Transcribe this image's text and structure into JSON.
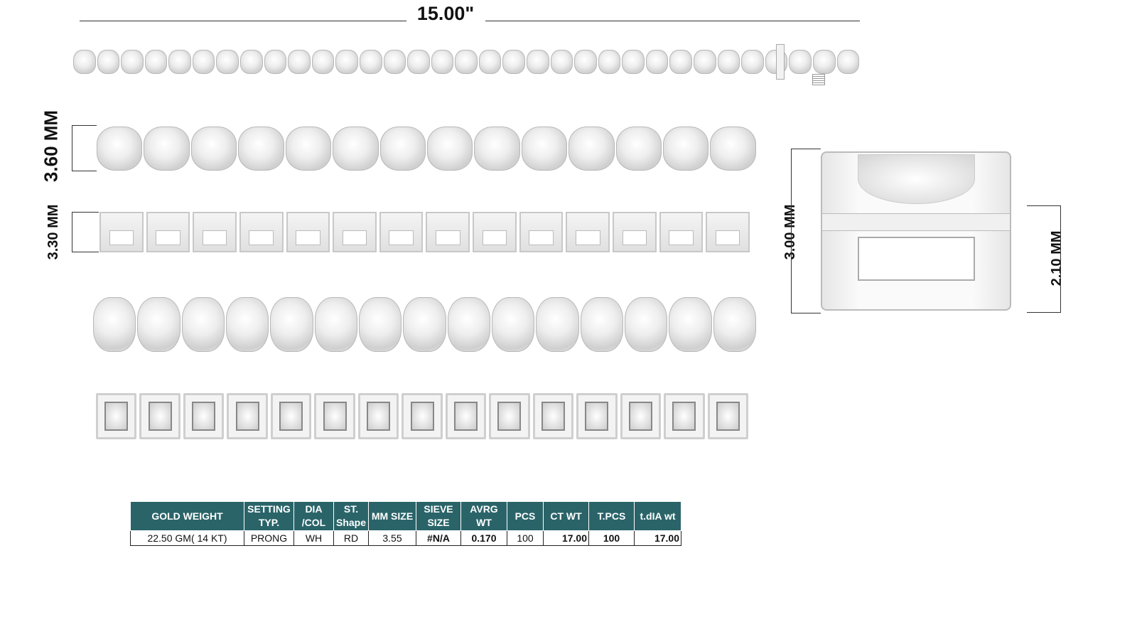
{
  "length_label": "15.00\"",
  "dims": {
    "width_top": "3.60 MM",
    "height_side": "3.30 MM",
    "detail_height": "3.00 MM",
    "detail_inner": "2.10 MM"
  },
  "rows": {
    "top_count": 33,
    "front_count": 14,
    "side_count": 14,
    "angle_count": 15,
    "bottom_count": 15
  },
  "table": {
    "headers": [
      "GOLD WEIGHT",
      "SETTING TYP.",
      "DIA /COL",
      "ST. Shape",
      "MM SIZE",
      "SIEVE SIZE",
      "AVRG WT",
      "PCS",
      "CT WT",
      "T.PCS",
      "t.dIA wt"
    ],
    "row": [
      "22.50 GM( 14 KT)",
      "PRONG",
      "WH",
      "RD",
      "3.55",
      "#N/A",
      "0.170",
      "100",
      "17.00",
      "100",
      "17.00"
    ]
  },
  "colors": {
    "header": "#2a6469"
  }
}
